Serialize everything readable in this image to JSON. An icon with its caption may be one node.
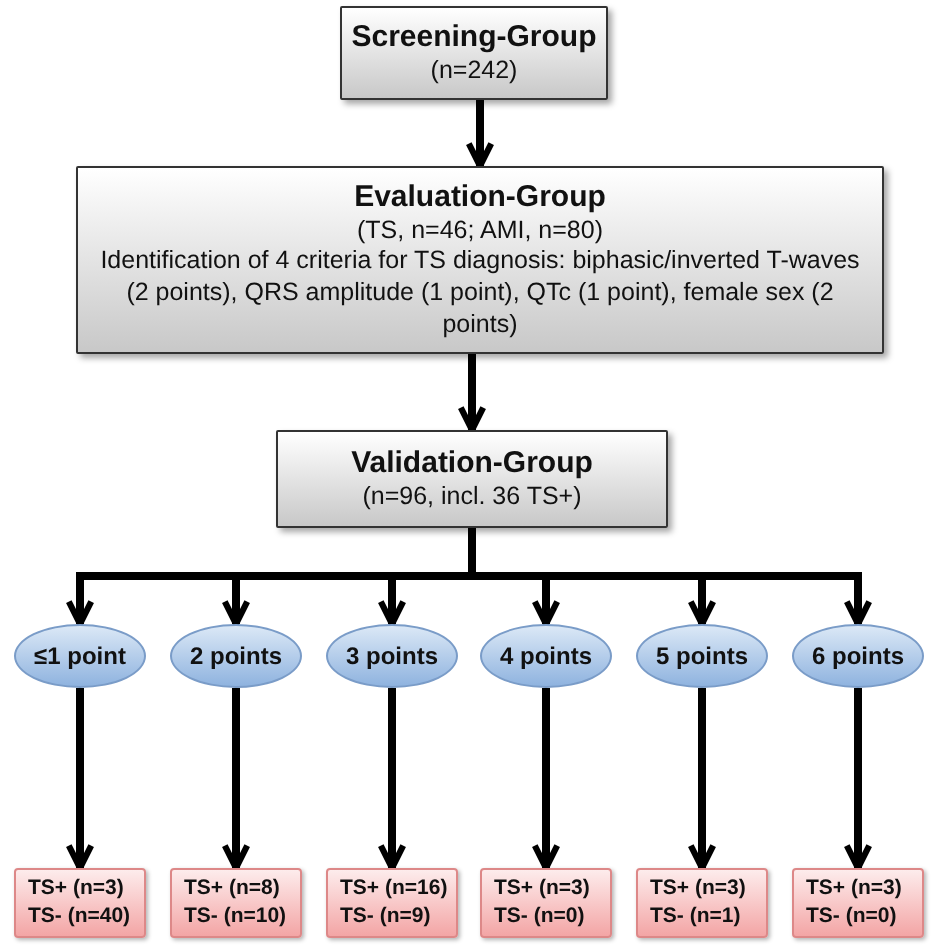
{
  "diagram": {
    "nodes": [
      {
        "text": [
          "Screening-Group",
          "(n=242)"
        ]
      },
      {
        "text": [
          "Evaluation-Group",
          "(TS, n=46; AMI, n=80)",
          "Identification of 4 criteria for TS diagnosis: biphasic/inverted T-waves (2 points), QRS amplitude (1 point), QTc (1 point), female sex (2 points)"
        ]
      },
      {
        "text": [
          "Validation-Group",
          "(n=96, incl. 36 TS+)"
        ]
      },
      {
        "text": [
          "≤1 point"
        ]
      },
      {
        "text": [
          "2 points"
        ]
      },
      {
        "text": [
          "3 points"
        ]
      },
      {
        "text": [
          "4 points"
        ]
      },
      {
        "text": [
          "5 points"
        ]
      },
      {
        "text": [
          "6 points"
        ]
      },
      {
        "text": [
          "TS+ (n=3)",
          "TS- (n=40)"
        ]
      },
      {
        "text": [
          "TS+ (n=8)",
          "TS- (n=10)"
        ]
      },
      {
        "text": [
          "TS+ (n=16)",
          "TS- (n=9)"
        ]
      },
      {
        "text": [
          "TS+ (n=3)",
          "TS- (n=0)"
        ]
      },
      {
        "text": [
          "TS+ (n=3)",
          "TS- (n=1)"
        ]
      },
      {
        "text": [
          "TS+ (n=3)",
          "TS- (n=0)"
        ]
      }
    ],
    "edges": [
      {
        "from": 0,
        "to": 1,
        "arrow": "to"
      },
      {
        "from": 1,
        "to": 2,
        "arrow": "to"
      },
      {
        "from": 2,
        "to": 3,
        "arrow": "to"
      },
      {
        "from": 2,
        "to": 4,
        "arrow": "to"
      },
      {
        "from": 2,
        "to": 5,
        "arrow": "to"
      },
      {
        "from": 2,
        "to": 6,
        "arrow": "to"
      },
      {
        "from": 2,
        "to": 7,
        "arrow": "to"
      },
      {
        "from": 2,
        "to": 8,
        "arrow": "to"
      },
      {
        "from": 3,
        "to": 9,
        "arrow": "to"
      },
      {
        "from": 4,
        "to": 10,
        "arrow": "to"
      },
      {
        "from": 5,
        "to": 11,
        "arrow": "to"
      },
      {
        "from": 6,
        "to": 12,
        "arrow": "to"
      },
      {
        "from": 7,
        "to": 13,
        "arrow": "to"
      },
      {
        "from": 8,
        "to": 14,
        "arrow": "to"
      }
    ]
  }
}
